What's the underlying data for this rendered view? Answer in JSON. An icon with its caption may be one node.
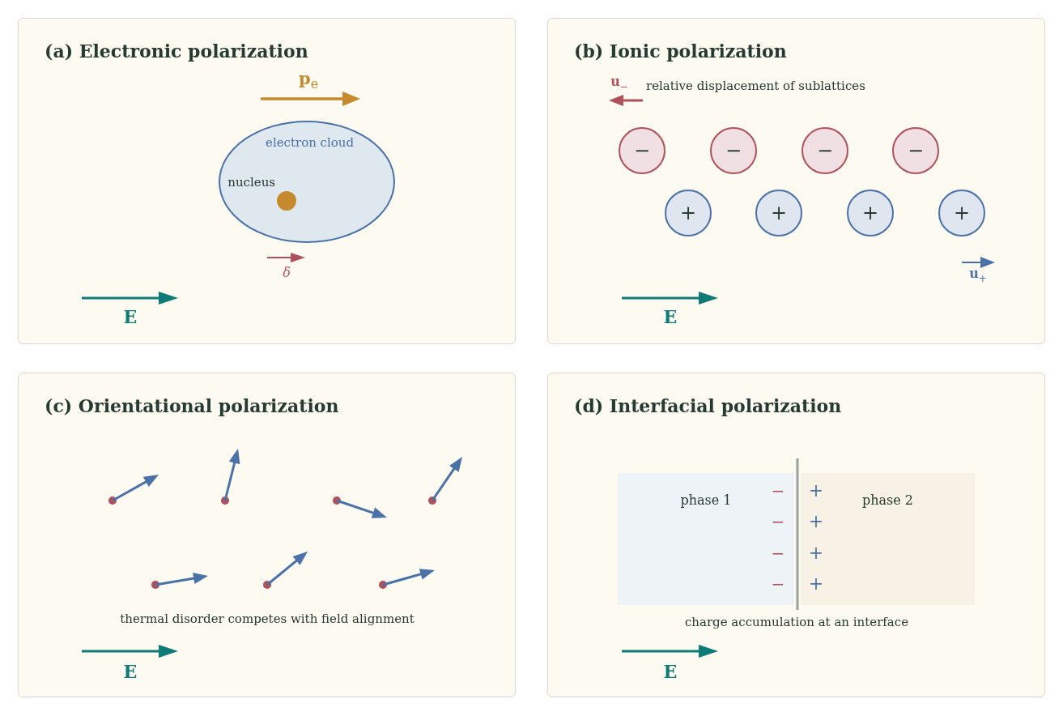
{
  "diagram": {
    "nodes": [
      {
        "text": [
          "(a) Electronic polarization"
        ]
      },
      {
        "text": [
          "electron cloud"
        ],
        "in": 0
      },
      {
        "text": [],
        "shape": "circle",
        "in": 1,
        "beside": [
          "nucleus"
        ]
      },
      {
        "text": [
          "(b) Ionic polarization"
        ]
      },
      {
        "text": [
          "−"
        ],
        "in": 3
      },
      {
        "text": [
          "−"
        ],
        "in": 3
      },
      {
        "text": [
          "−"
        ],
        "in": 3
      },
      {
        "text": [
          "−"
        ],
        "in": 3
      },
      {
        "text": [
          "+"
        ],
        "in": 3
      },
      {
        "text": [
          "+"
        ],
        "in": 3
      },
      {
        "text": [
          "+"
        ],
        "in": 3
      },
      {
        "text": [
          "+"
        ],
        "in": 3
      },
      {
        "text": [
          "(c) Orientational polarization"
        ]
      },
      {
        "text": [
          "(d) Interfacial polarization"
        ]
      },
      {
        "text": [
          "phase 1"
        ],
        "in": 13
      },
      {
        "text": [
          "phase 2"
        ],
        "in": 13
      }
    ],
    "labels": [
      "**p**$_{e}$",
      "δ",
      "E",
      "**u**$_{−}$",
      "relative displacement of sublattices",
      "**u**$_{+}$",
      "E",
      "thermal disorder competes with field alignment",
      "E",
      "−",
      "+",
      "−",
      "+",
      "−",
      "+",
      "−",
      "+",
      "charge accumulation at an interface",
      "E"
    ]
  }
}
